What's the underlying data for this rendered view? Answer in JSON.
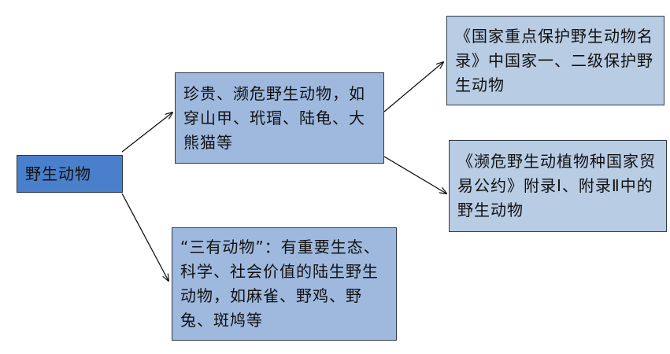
{
  "nodes": {
    "root": "野生动物",
    "precious": "珍贵、濒危野生动物，如穿山甲、玳瑁、陆龟、大熊猫等",
    "three_haves": "“三有动物”：有重要生态、科学、社会价值的陆生野生动物，如麻雀、野鸡、野兔、斑鸠等",
    "national_list": "《国家重点保护野生动物名录》中国家一、二级保护野生动物",
    "cites": "《濒危野生动植物种国家贸易公约》附录Ⅰ、附录Ⅱ中的野生动物"
  },
  "colors": {
    "root_fill": "#4a7fcc",
    "level1_fill": "#9fb9de",
    "level2_fill": "#b8cce4",
    "border": "#2e3a48"
  }
}
